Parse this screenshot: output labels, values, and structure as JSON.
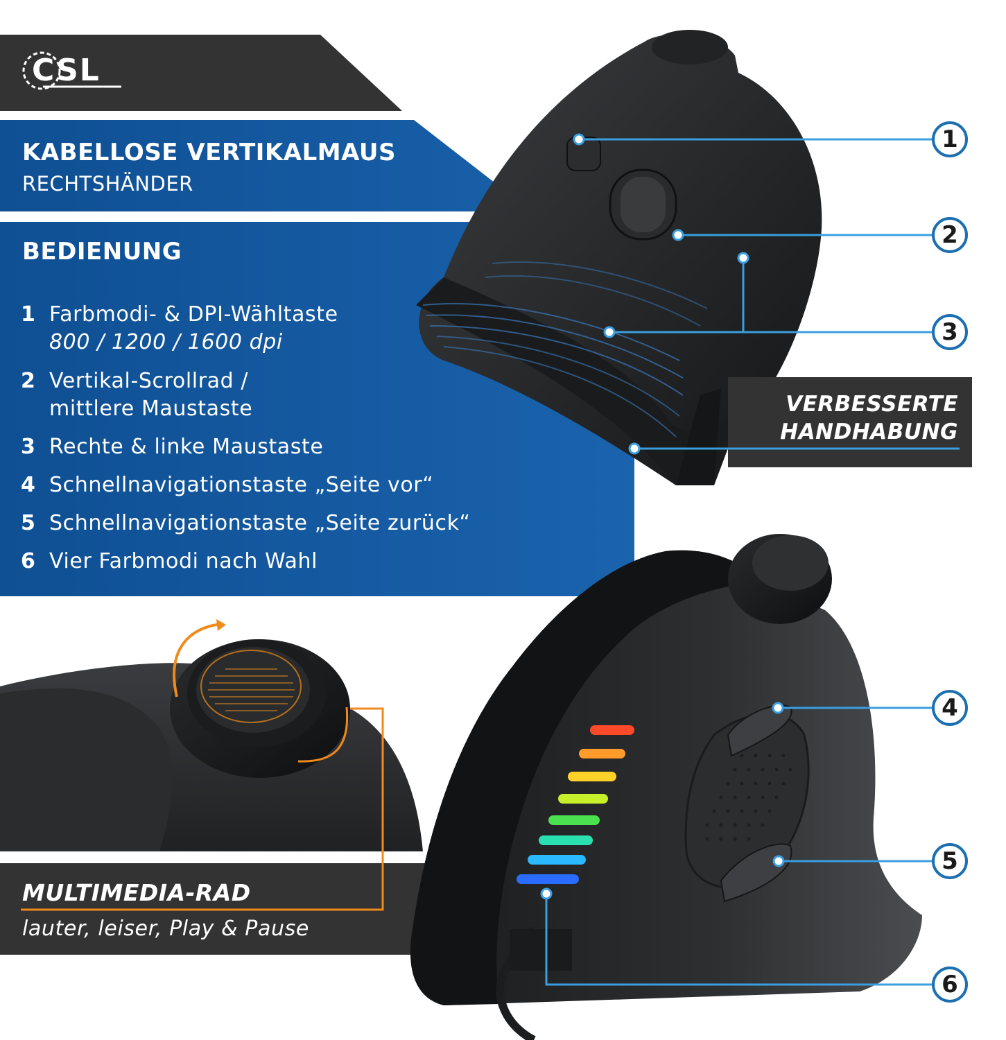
{
  "brand": {
    "logo_text": "CSL"
  },
  "header": {
    "title": "KABELLOSE VERTIKALMAUS",
    "subtitle": "RECHTSHÄNDER"
  },
  "section": {
    "heading": "BEDIENUNG"
  },
  "features": [
    {
      "number": "1",
      "line1": "Farbmodi- & DPI-Wähltaste",
      "line2": "800 / 1200 / 1600 dpi"
    },
    {
      "number": "2",
      "line1": "Vertikal-Scrollrad /",
      "line2": "mittlere Maustaste"
    },
    {
      "number": "3",
      "line1": "Rechte & linke Maustaste"
    },
    {
      "number": "4",
      "line1": "Schnellnavigationstaste „Seite vor“"
    },
    {
      "number": "5",
      "line1": "Schnellnavigationstaste „Seite zurück“"
    },
    {
      "number": "6",
      "line1": "Vier Farbmodi nach Wahl"
    }
  ],
  "badge": {
    "line1": "VERBESSERTE",
    "line2": "HANDHABUNG"
  },
  "multimedia": {
    "title": "MULTIMEDIA-RAD",
    "subtitle": "lauter, leiser, Play & Pause"
  },
  "callouts": [
    "1",
    "2",
    "3",
    "4",
    "5",
    "6"
  ],
  "colors": {
    "blue": "#1458a0",
    "dark_panel": "#333333",
    "accent_orange": "#f08a1c",
    "callout_ring": "#1c6fb0"
  }
}
